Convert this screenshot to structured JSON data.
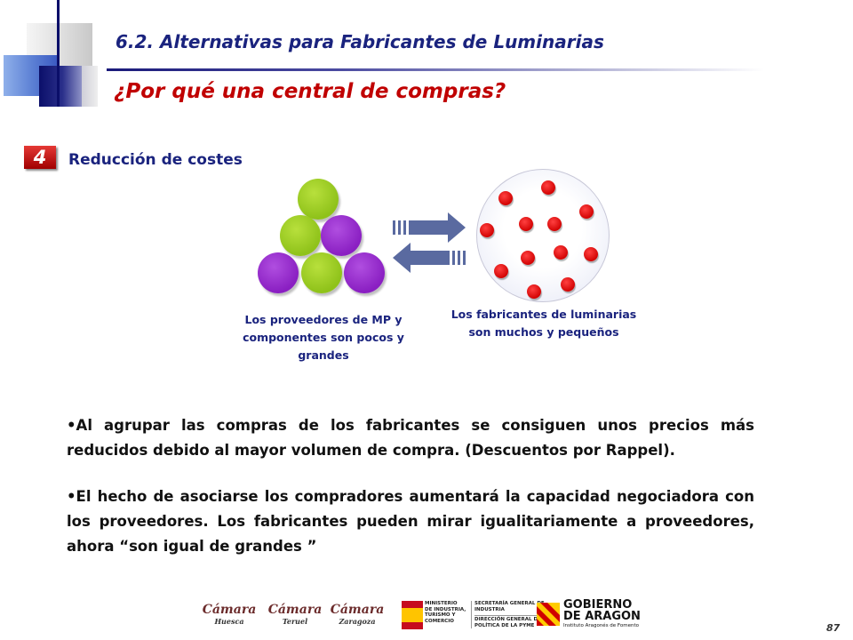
{
  "header": {
    "title": "6.2. Alternativas para Fabricantes de Luminarias",
    "subtitle": "¿Por qué una central de compras?"
  },
  "section": {
    "number": "4",
    "label": "Reducción de costes"
  },
  "diagram": {
    "suppliers_caption": [
      "Los proveedores de MP y",
      "componentes son pocos y",
      "grandes"
    ],
    "manufacturers_caption": [
      "Los fabricantes de luminarias",
      "son muchos y pequeños"
    ],
    "colors": {
      "purple": "#8a1fc2",
      "green": "#8fc21a",
      "dot": "#e00000",
      "arrow": "#5a6aa0"
    }
  },
  "bullets": [
    "•Al agrupar las compras de los fabricantes se consiguen  unos precios más reducidos debido al mayor  volumen de compra. (Descuentos por Rappel).",
    "•El hecho de asociarse los compradores aumentará la capacidad negociadora con los proveedores. Los fabricantes pueden mirar igualitariamente a proveedores, ahora “son igual de grandes ”"
  ],
  "footer": {
    "camara_brand": "Cámara",
    "camara_cities": [
      "Huesca",
      "Teruel",
      "Zaragoza"
    ],
    "ministry": [
      "MINISTERIO",
      "DE INDUSTRIA,",
      "TURISMO Y",
      "COMERCIO"
    ],
    "secretariat": [
      "SECRETARÍA GENERAL DE",
      "INDUSTRIA"
    ],
    "directorate": [
      "DIRECCIÓN GENERAL DE",
      "POLÍTICA DE LA PYME"
    ],
    "gobierno": [
      "GOBIERNO",
      "DE ARAGON"
    ],
    "gobierno_sub": "Instituto Aragonés de Fomento",
    "page_number": "87"
  }
}
